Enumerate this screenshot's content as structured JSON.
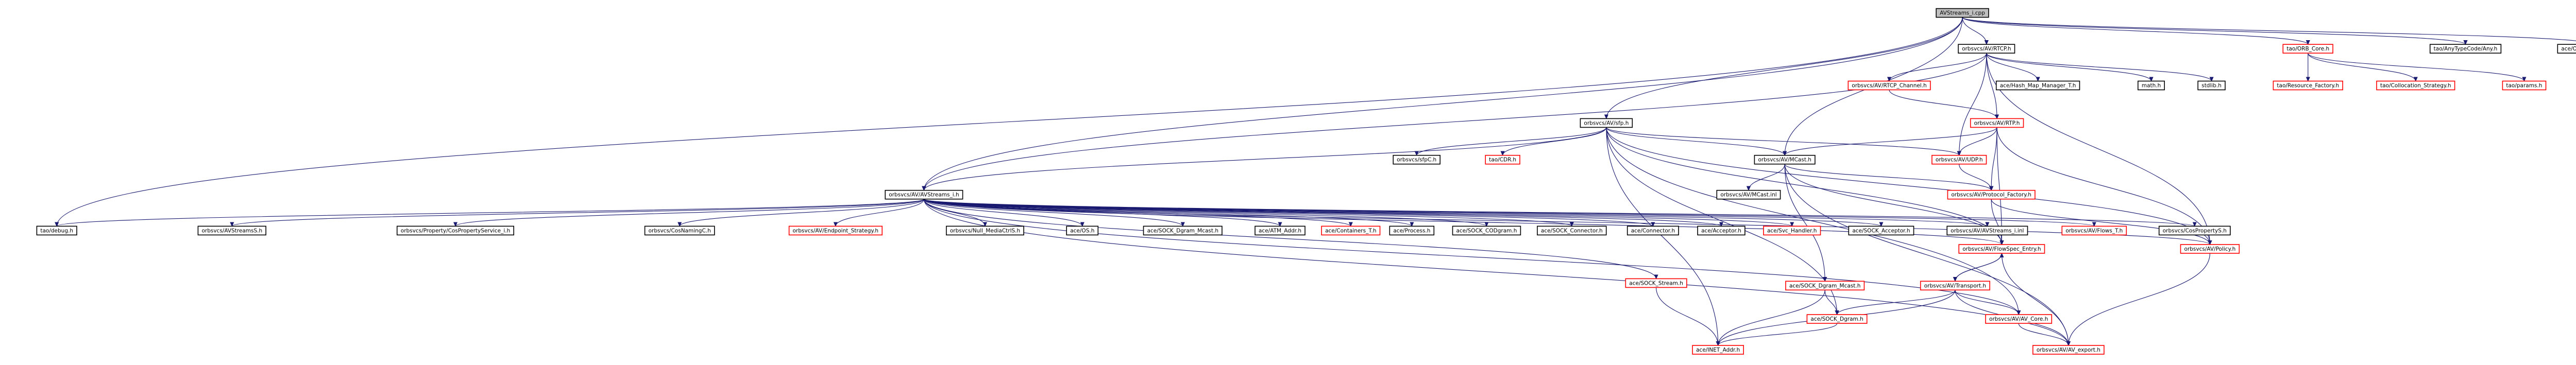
{
  "colors": {
    "root_fill": "#bfbfbf",
    "fill": "#ffffff",
    "normal_border": "#000000",
    "truncated_border": "#ff0000",
    "text": "#000000",
    "edge": "#191970"
  },
  "root": "n_root",
  "nodes": [
    {
      "id": "n_root",
      "label": "AVStreams_i.cpp",
      "root": true
    },
    {
      "id": "n_rtcp",
      "label": "orbsvcs/AV/RTCP.h"
    },
    {
      "id": "n_orbcore",
      "label": "tao/ORB_Core.h",
      "truncated": true
    },
    {
      "id": "n_anytc",
      "label": "tao/AnyTypeCode/Any.h"
    },
    {
      "id": "n_nsinet",
      "label": "ace/OS_NS_arpa_inet.h"
    },
    {
      "id": "n_sfp",
      "label": "orbsvcs/AV/sfp.h"
    },
    {
      "id": "n_mcast",
      "label": "orbsvcs/AV/MCast.h"
    },
    {
      "id": "n_rtcpchan",
      "label": "orbsvcs/AV/RTCP_Channel.h",
      "truncated": true
    },
    {
      "id": "n_hashmap",
      "label": "ace/Hash_Map_Manager_T.h"
    },
    {
      "id": "n_math",
      "label": "math.h"
    },
    {
      "id": "n_stdlib",
      "label": "stdlib.h"
    },
    {
      "id": "n_resfac",
      "label": "tao/Resource_Factory.h",
      "truncated": true
    },
    {
      "id": "n_collocstrat",
      "label": "tao/Collocation_Strategy.h",
      "truncated": true
    },
    {
      "id": "n_params",
      "label": "tao/params.h",
      "truncated": true
    },
    {
      "id": "n_avrtp",
      "label": "orbsvcs/AV/RTP.h",
      "truncated": true
    },
    {
      "id": "n_avstreams",
      "label": "orbsvcs/AV/AVStreams_i.h"
    },
    {
      "id": "n_tslog",
      "label": "tao/debug.h"
    },
    {
      "id": "n_avstreamsS",
      "label": "orbsvcs/AVStreamsS.h"
    },
    {
      "id": "n_propserv",
      "label": "orbsvcs/Property/CosPropertyService_i.h"
    },
    {
      "id": "n_cosnaming",
      "label": "orbsvcs/CosNamingC.h"
    },
    {
      "id": "n_endpoint",
      "label": "orbsvcs/AV/Endpoint_Strategy.h",
      "truncated": true
    },
    {
      "id": "n_nullmedia",
      "label": "orbsvcs/Null_MediaCtrlS.h"
    },
    {
      "id": "n_os",
      "label": "ace/OS.h"
    },
    {
      "id": "n_sockdmc",
      "label": "ace/SOCK_Dgram_Mcast.h"
    },
    {
      "id": "n_atmaddr",
      "label": "ace/ATM_Addr.h"
    },
    {
      "id": "n_containers",
      "label": "ace/Containers_T.h",
      "truncated": true
    },
    {
      "id": "n_process",
      "label": "ace/Process.h"
    },
    {
      "id": "n_sockcodgram",
      "label": "ace/SOCK_CODgram.h"
    },
    {
      "id": "n_sockconn",
      "label": "ace/SOCK_Connector.h"
    },
    {
      "id": "n_connector",
      "label": "ace/Connector.h"
    },
    {
      "id": "n_acceptor",
      "label": "ace/Acceptor.h"
    },
    {
      "id": "n_svchandler",
      "label": "ace/Svc_Handler.h",
      "truncated": true
    },
    {
      "id": "n_sockacc",
      "label": "ace/SOCK_Acceptor.h"
    },
    {
      "id": "n_avstreamsi",
      "label": "orbsvcs/AV/AVStreams_i.inl"
    },
    {
      "id": "n_flowst",
      "label": "orbsvcs/AV/Flows_T.h",
      "truncated": true
    },
    {
      "id": "n_cosprop",
      "label": "orbsvcs/CosPropertyS.h"
    },
    {
      "id": "n_sfpc",
      "label": "orbsvcs/sfpC.h"
    },
    {
      "id": "n_cdr",
      "label": "tao/CDR.h",
      "truncated": true
    },
    {
      "id": "n_avmcastinl",
      "label": "orbsvcs/AV/MCast.inl"
    },
    {
      "id": "n_avudp",
      "label": "orbsvcs/AV/UDP.h",
      "truncated": true
    },
    {
      "id": "n_protofac",
      "label": "orbsvcs/AV/Protocol_Factory.h",
      "truncated": true
    },
    {
      "id": "n_sockstream",
      "label": "ace/SOCK_Stream.h",
      "truncated": true
    },
    {
      "id": "n_flowspec",
      "label": "orbsvcs/AV/FlowSpec_Entry.h",
      "truncated": true
    },
    {
      "id": "n_policy",
      "label": "orbsvcs/AV/Policy.h",
      "truncated": true
    },
    {
      "id": "n_sockdmcast2",
      "label": "ace/SOCK_Dgram_Mcast.h",
      "truncated": true
    },
    {
      "id": "n_transport",
      "label": "orbsvcs/AV/Transport.h",
      "truncated": true
    },
    {
      "id": "n_sockdgram",
      "label": "ace/SOCK_Dgram.h",
      "truncated": true
    },
    {
      "id": "n_avcore",
      "label": "orbsvcs/AV/AV_Core.h",
      "truncated": true
    },
    {
      "id": "n_inetaddr",
      "label": "ace/INET_Addr.h",
      "truncated": true
    },
    {
      "id": "n_avexport",
      "label": "orbsvcs/AV/AV_export.h",
      "truncated": true
    }
  ],
  "edges": [
    [
      "n_root",
      "n_rtcp"
    ],
    [
      "n_root",
      "n_orbcore"
    ],
    [
      "n_root",
      "n_anytc"
    ],
    [
      "n_root",
      "n_nsinet"
    ],
    [
      "n_root",
      "n_sfp"
    ],
    [
      "n_root",
      "n_mcast"
    ],
    [
      "n_root",
      "n_avstreams"
    ],
    [
      "n_root",
      "n_tslog"
    ],
    [
      "n_rtcp",
      "n_rtcpchan"
    ],
    [
      "n_rtcp",
      "n_hashmap"
    ],
    [
      "n_rtcp",
      "n_math"
    ],
    [
      "n_rtcp",
      "n_stdlib"
    ],
    [
      "n_rtcp",
      "n_avrtp"
    ],
    [
      "n_rtcp",
      "n_avudp"
    ],
    [
      "n_rtcp",
      "n_policy"
    ],
    [
      "n_rtcp",
      "n_avstreams"
    ],
    [
      "n_orbcore",
      "n_resfac"
    ],
    [
      "n_orbcore",
      "n_collocstrat"
    ],
    [
      "n_orbcore",
      "n_params"
    ],
    [
      "n_rtcpchan",
      "n_avrtp"
    ],
    [
      "n_avrtp",
      "n_mcast"
    ],
    [
      "n_avrtp",
      "n_avudp"
    ],
    [
      "n_avrtp",
      "n_protofac"
    ],
    [
      "n_avrtp",
      "n_policy"
    ],
    [
      "n_avrtp",
      "n_flowspec"
    ],
    [
      "n_sfp",
      "n_sfpc"
    ],
    [
      "n_sfp",
      "n_cdr"
    ],
    [
      "n_sfp",
      "n_mcast"
    ],
    [
      "n_sfp",
      "n_avudp"
    ],
    [
      "n_sfp",
      "n_avstreams"
    ],
    [
      "n_sfp",
      "n_flowspec"
    ],
    [
      "n_sfp",
      "n_policy"
    ],
    [
      "n_sfp",
      "n_inetaddr"
    ],
    [
      "n_sfp",
      "n_sockdgram"
    ],
    [
      "n_sfp",
      "n_avcore"
    ],
    [
      "n_mcast",
      "n_avmcastinl"
    ],
    [
      "n_mcast",
      "n_flowspec"
    ],
    [
      "n_mcast",
      "n_protofac"
    ],
    [
      "n_mcast",
      "n_sockdmcast2"
    ],
    [
      "n_mcast",
      "n_avexport"
    ],
    [
      "n_avudp",
      "n_protofac"
    ],
    [
      "n_protofac",
      "n_flowspec"
    ],
    [
      "n_protofac",
      "n_policy"
    ],
    [
      "n_avstreams",
      "n_tslog"
    ],
    [
      "n_avstreams",
      "n_avstreamsS"
    ],
    [
      "n_avstreams",
      "n_propserv"
    ],
    [
      "n_avstreams",
      "n_cosnaming"
    ],
    [
      "n_avstreams",
      "n_endpoint"
    ],
    [
      "n_avstreams",
      "n_nullmedia"
    ],
    [
      "n_avstreams",
      "n_os"
    ],
    [
      "n_avstreams",
      "n_sockdmc"
    ],
    [
      "n_avstreams",
      "n_atmaddr"
    ],
    [
      "n_avstreams",
      "n_containers"
    ],
    [
      "n_avstreams",
      "n_process"
    ],
    [
      "n_avstreams",
      "n_sockcodgram"
    ],
    [
      "n_avstreams",
      "n_sockconn"
    ],
    [
      "n_avstreams",
      "n_connector"
    ],
    [
      "n_avstreams",
      "n_acceptor"
    ],
    [
      "n_avstreams",
      "n_svchandler"
    ],
    [
      "n_avstreams",
      "n_sockacc"
    ],
    [
      "n_avstreams",
      "n_avstreamsi"
    ],
    [
      "n_avstreams",
      "n_flowst"
    ],
    [
      "n_avstreams",
      "n_cosprop"
    ],
    [
      "n_avstreams",
      "n_sockstream"
    ],
    [
      "n_avstreams",
      "n_flowspec"
    ],
    [
      "n_avstreams",
      "n_avcore"
    ],
    [
      "n_avstreams",
      "n_policy"
    ],
    [
      "n_avstreams",
      "n_avexport"
    ],
    [
      "n_flowspec",
      "n_transport"
    ],
    [
      "n_flowspec",
      "n_avexport"
    ],
    [
      "n_transport",
      "n_flowspec"
    ],
    [
      "n_transport",
      "n_sockdgram"
    ],
    [
      "n_transport",
      "n_avcore"
    ],
    [
      "n_transport",
      "n_inetaddr"
    ],
    [
      "n_transport",
      "n_avexport"
    ],
    [
      "n_sockdmcast2",
      "n_inetaddr"
    ],
    [
      "n_sockdmcast2",
      "n_sockdgram"
    ],
    [
      "n_sockdgram",
      "n_inetaddr"
    ],
    [
      "n_sockstream",
      "n_inetaddr"
    ],
    [
      "n_avcore",
      "n_avexport"
    ],
    [
      "n_policy",
      "n_avexport"
    ]
  ]
}
